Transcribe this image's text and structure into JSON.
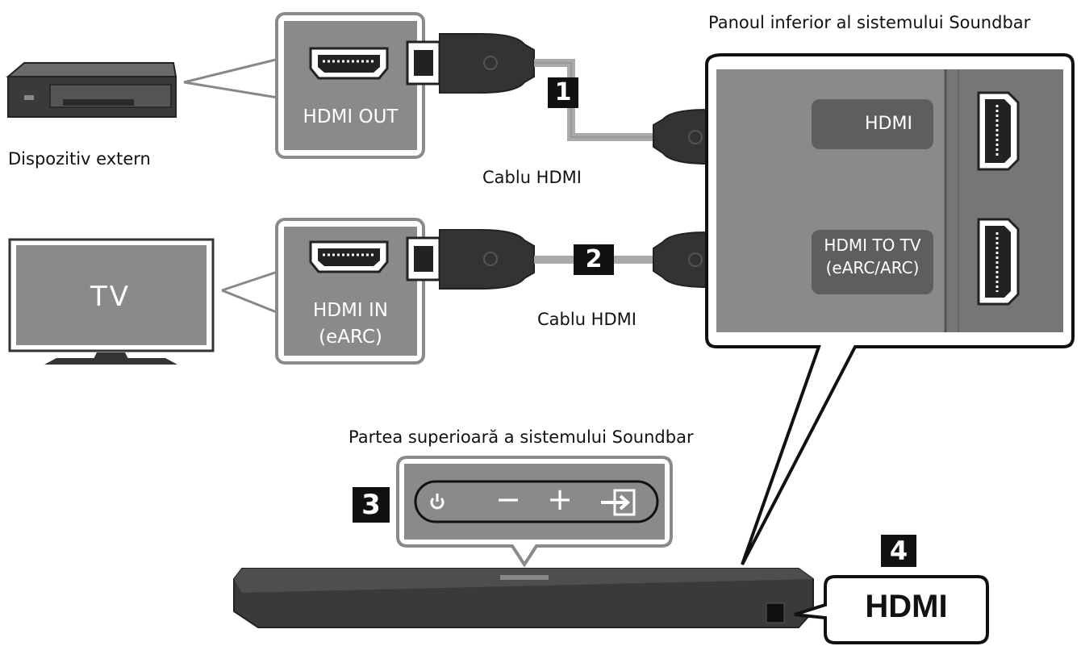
{
  "labels": {
    "external_device": "Dispozitiv extern",
    "cable1": "Cablu HDMI",
    "cable2": "Cablu HDMI",
    "bottom_panel": "Panoul inferior al sistemului Soundbar",
    "top_panel": "Partea superioară a sistemului Soundbar"
  },
  "ports": {
    "hdmi_out": "HDMI OUT",
    "hdmi_in_line1": "HDMI IN",
    "hdmi_in_line2": "(eARC)",
    "panel_hdmi": "HDMI",
    "panel_hdmi_tv_line1": "HDMI TO TV",
    "panel_hdmi_tv_line2": "(eARC/ARC)"
  },
  "tv_screen": "TV",
  "steps": [
    "1",
    "2",
    "3",
    "4"
  ],
  "callout_hdmi": "HDMI",
  "buttons": {
    "power_icon": "power-icon",
    "minus": "−",
    "plus": "+",
    "source_icon": "source-input-icon"
  },
  "colors": {
    "panel_gray": "#8a8a8a",
    "panel_dark": "#5e5e5e",
    "connector_dark": "#333333",
    "cable_gray": "#aaaaaa"
  }
}
